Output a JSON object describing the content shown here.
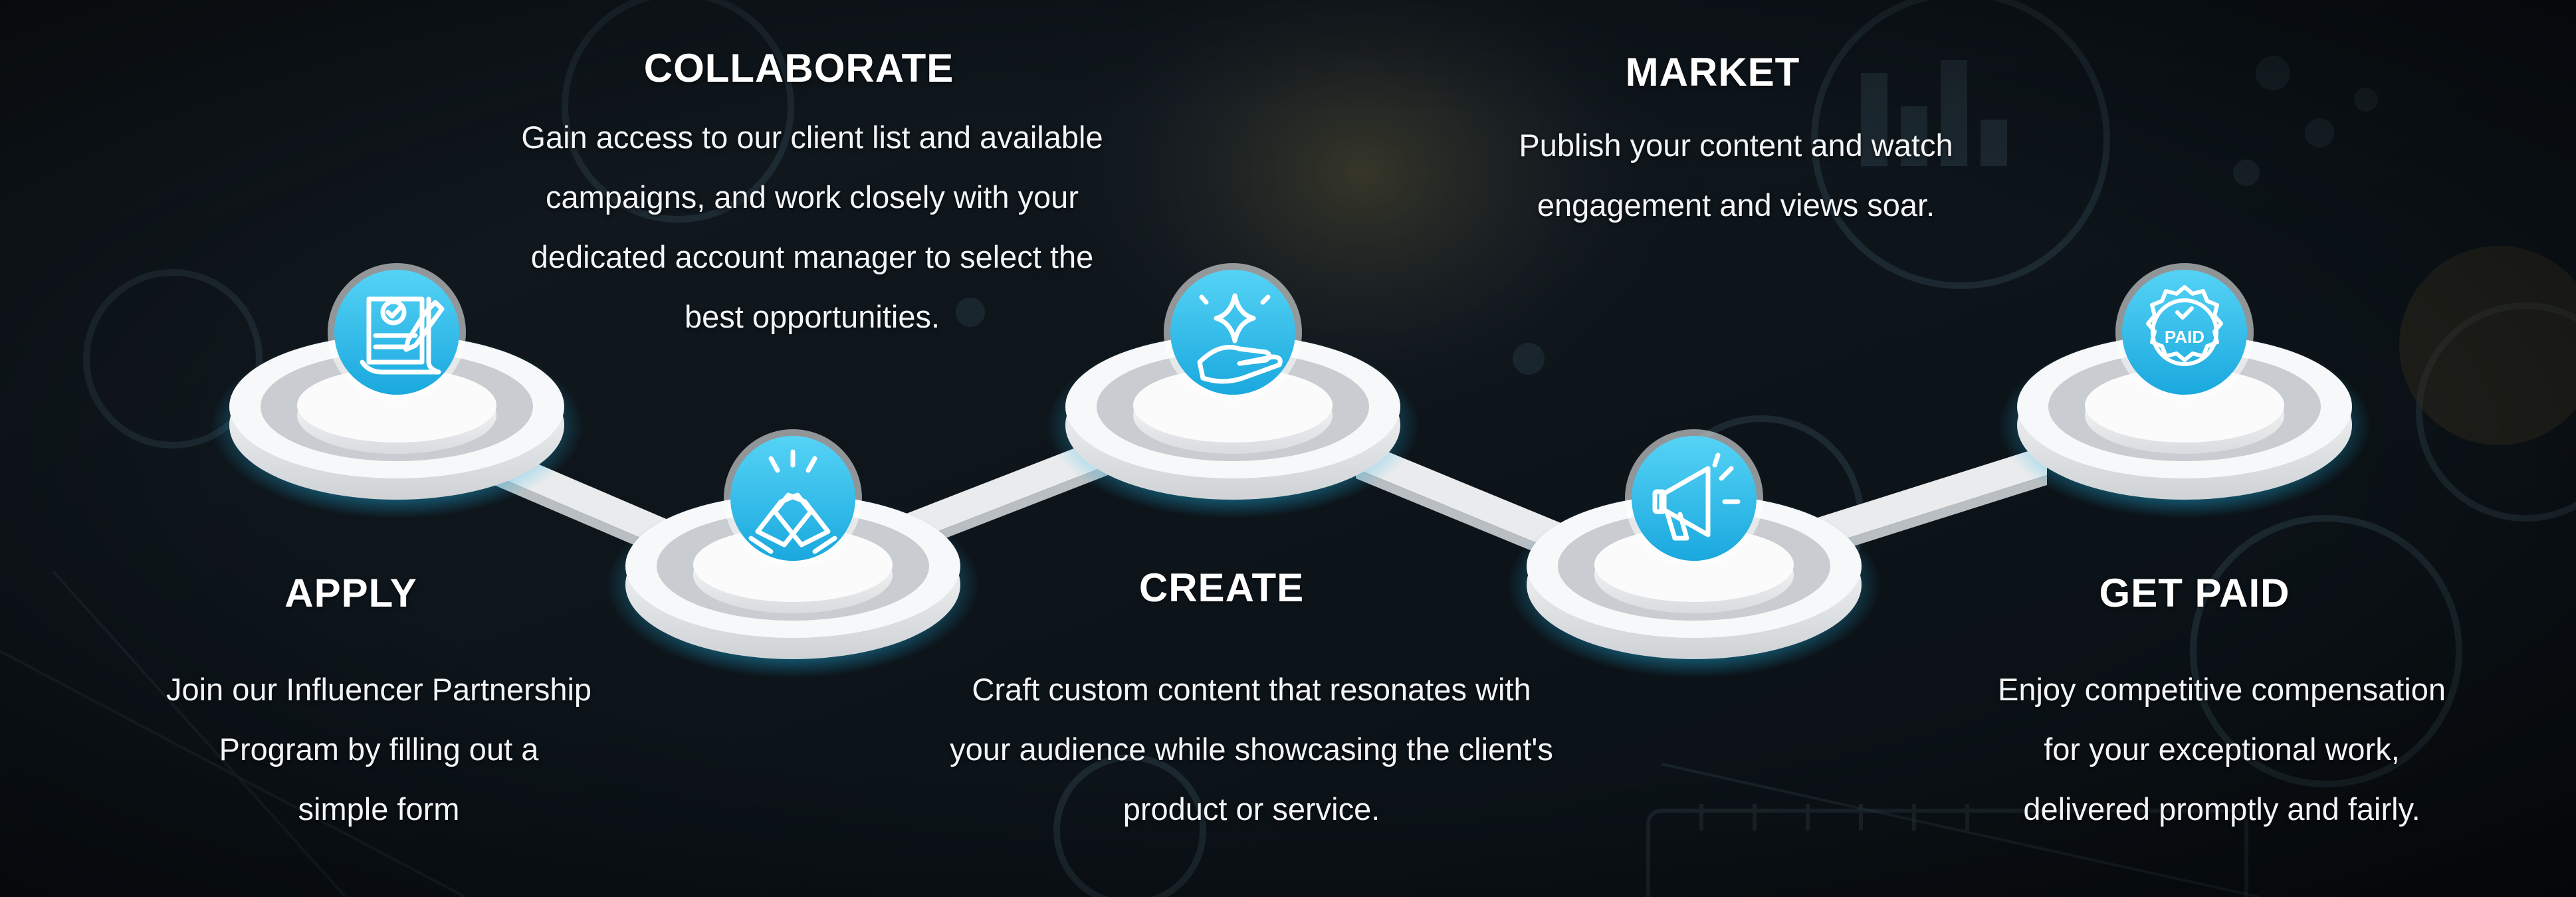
{
  "colors": {
    "background": "#0b1116",
    "accent": "#33c2ee",
    "accent_dark": "#1aa2d8",
    "ring": "#f4f5f6",
    "text": "#ffffff"
  },
  "steps": [
    {
      "id": "apply",
      "title": "APPLY",
      "icon": "document-signature-icon",
      "lines": [
        "Join our Influencer Partnership",
        "Program by filling out a",
        "simple form"
      ]
    },
    {
      "id": "collaborate",
      "title": "COLLABORATE",
      "icon": "handshake-icon",
      "lines": [
        "Gain access to our client list and available",
        "campaigns, and work closely with your",
        "dedicated account manager to select the",
        "best opportunities."
      ]
    },
    {
      "id": "create",
      "title": "CREATE",
      "icon": "sparkle-hand-icon",
      "lines": [
        "Craft custom content that resonates with",
        "your audience while showcasing the client's",
        "product or service."
      ]
    },
    {
      "id": "market",
      "title": "MARKET",
      "icon": "megaphone-icon",
      "lines": [
        "Publish your content and watch",
        "engagement and views soar."
      ]
    },
    {
      "id": "get-paid",
      "title": "GET PAID",
      "icon": "paid-badge-icon",
      "badge_text": "PAID",
      "lines": [
        "Enjoy competitive compensation",
        "for your exceptional work,",
        "delivered promptly and fairly."
      ]
    }
  ]
}
